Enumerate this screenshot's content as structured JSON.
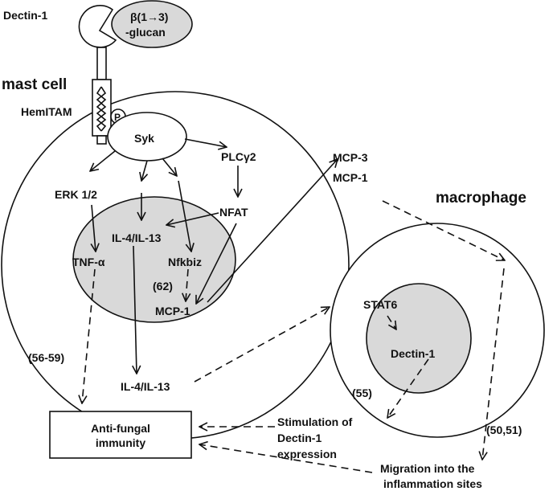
{
  "labels": {
    "dectin1_top": "Dectin-1",
    "glucan_line1": "β(1→3)",
    "glucan_line2": "-glucan",
    "mast_cell": "mast cell",
    "hemitam": "HemITAM",
    "p": "P",
    "syk": "Syk",
    "plcg2": "PLCγ2",
    "erk": "ERK 1/2",
    "nfat": "NFAT",
    "il4_il13_nucleus": "IL-4/IL-13",
    "nfkbiz": "Nfkbiz",
    "tnf": "TNF-α",
    "ref62": "(62)",
    "mcp1_nucleus": "MCP-1",
    "mcp3": "MCP-3",
    "mcp1_secreted": "MCP-1",
    "macrophage": "macrophage",
    "stat6": "STAT6",
    "dectin1_macrophage": "Dectin-1",
    "ref56_59": "(56-59)",
    "il4_il13_secreted": "IL-4/IL-13",
    "ref55": "(55)",
    "antifungal_line1": "Anti-fungal",
    "antifungal_line2": "immunity",
    "stim_line1": "Stimulation of",
    "stim_line2": "Dectin-1",
    "stim_line3": "expression",
    "ref50_51": "(50,51)",
    "migration_line1": "Migration into the",
    "migration_line2": "inflammation sites"
  },
  "colors": {
    "nucleus_fill": "#d9d9d9",
    "glucan_fill": "#d9d9d9",
    "ink": "#111111"
  }
}
